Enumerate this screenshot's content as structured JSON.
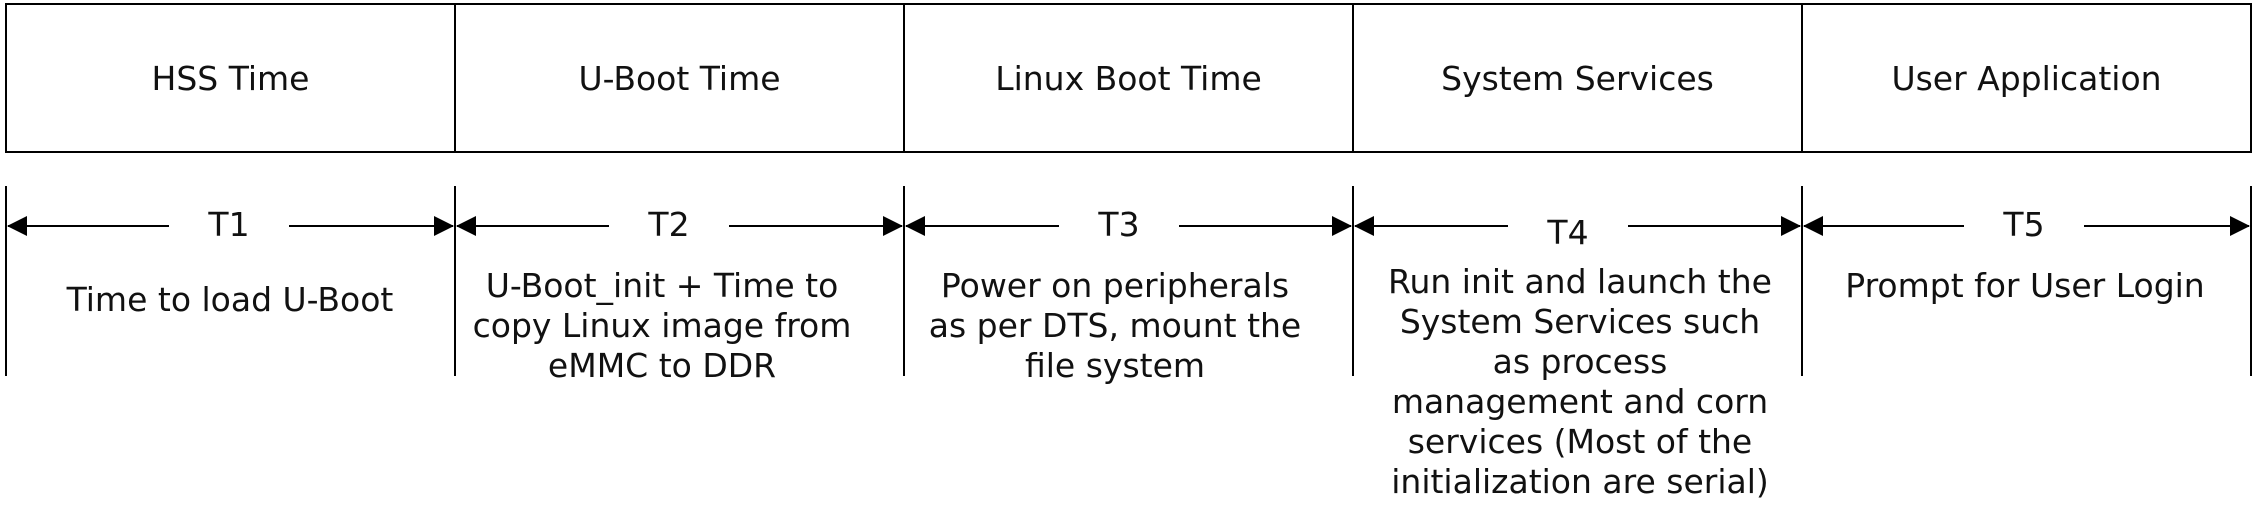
{
  "stages": [
    {
      "name": "HSS Time",
      "interval": "T1",
      "description": "Time to load U-Boot"
    },
    {
      "name": "U-Boot Time",
      "interval": "T2",
      "description": "U-Boot_init + Time to copy Linux image from eMMC to DDR"
    },
    {
      "name": "Linux Boot Time",
      "interval": "T3",
      "description": "Power on peripherals as per DTS, mount the file system"
    },
    {
      "name": "System Services",
      "interval": "T4",
      "description": "Run init and launch the System Services such as process management and corn services (Most of the initialization are serial)"
    },
    {
      "name": "User Application",
      "interval": "T5",
      "description": "Prompt for User Login"
    }
  ],
  "colors": {
    "line": "#000000",
    "background": "#ffffff"
  }
}
